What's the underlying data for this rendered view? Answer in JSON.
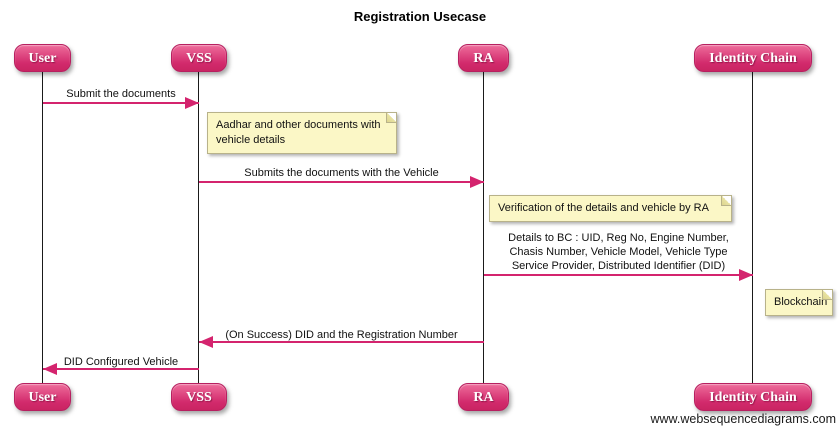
{
  "title": "Registration Usecase",
  "watermark": "www.websequencediagrams.com",
  "participants": [
    {
      "name": "User"
    },
    {
      "name": "VSS"
    },
    {
      "name": "RA"
    },
    {
      "name": "Identity Chain"
    }
  ],
  "messages": [
    {
      "from": "User",
      "to": "VSS",
      "direction": "right",
      "lines": [
        "Submit the documents"
      ]
    },
    {
      "from": "VSS",
      "to": "RA",
      "direction": "right",
      "lines": [
        "Submits the documents with the Vehicle"
      ]
    },
    {
      "from": "RA",
      "to": "Identity Chain",
      "direction": "right",
      "lines": [
        "Details to BC : UID, Reg No, Engine Number,",
        "Chasis Number, Vehicle Model, Vehicle Type",
        "Service Provider, Distributed Identifier (DID)"
      ]
    },
    {
      "from": "RA",
      "to": "VSS",
      "direction": "left",
      "lines": [
        "(On Success) DID and the Registration Number"
      ]
    },
    {
      "from": "VSS",
      "to": "User",
      "direction": "left",
      "lines": [
        "DID Configured Vehicle"
      ]
    }
  ],
  "notes": [
    {
      "over": "VSS",
      "lines": [
        "Aadhar and other documents with",
        "vehicle details"
      ]
    },
    {
      "over": "RA",
      "lines": [
        "Verification of the details and vehicle by RA"
      ]
    },
    {
      "over": "Identity Chain",
      "lines": [
        "Blockchain"
      ]
    }
  ],
  "colors": {
    "actor_fill_light": "#ee6d9b",
    "actor_fill_dark": "#d22a6c",
    "actor_border": "#b72060",
    "actor_text": "#ffffff",
    "arrow": "#d4246e",
    "note_fill": "#fbf7c6",
    "note_border": "#b8b28a",
    "lifeline": "#1a1a1a"
  }
}
